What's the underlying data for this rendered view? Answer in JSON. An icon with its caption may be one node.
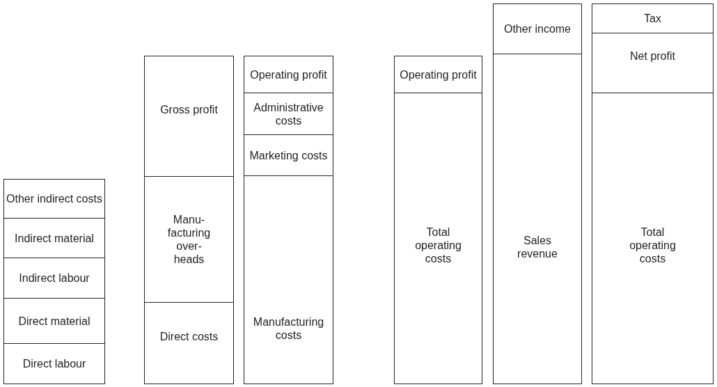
{
  "diagram": {
    "nodes": [
      {
        "text": [
          "Other indirect costs"
        ]
      },
      {
        "text": [
          "Indirect material"
        ]
      },
      {
        "text": [
          "Indirect labour"
        ]
      },
      {
        "text": [
          "Direct material"
        ]
      },
      {
        "text": [
          "Direct labour"
        ]
      },
      {
        "text": [
          "Gross profit"
        ]
      },
      {
        "text": [
          "Manu- facturing over- heads"
        ]
      },
      {
        "text": [
          "Direct costs"
        ]
      },
      {
        "text": [
          "Operating profit"
        ]
      },
      {
        "text": [
          "Administrative costs"
        ]
      },
      {
        "text": [
          "Marketing costs"
        ]
      },
      {
        "text": [
          "Manufacturing costs"
        ]
      },
      {
        "text": [
          "Operating profit"
        ]
      },
      {
        "text": [
          "Total operating costs"
        ]
      },
      {
        "text": [
          "Other income"
        ]
      },
      {
        "text": [
          "Sales revenue"
        ]
      },
      {
        "text": [
          "Tax"
        ]
      },
      {
        "text": [
          "Net profit"
        ]
      },
      {
        "text": [
          "Total operating costs"
        ]
      }
    ]
  }
}
